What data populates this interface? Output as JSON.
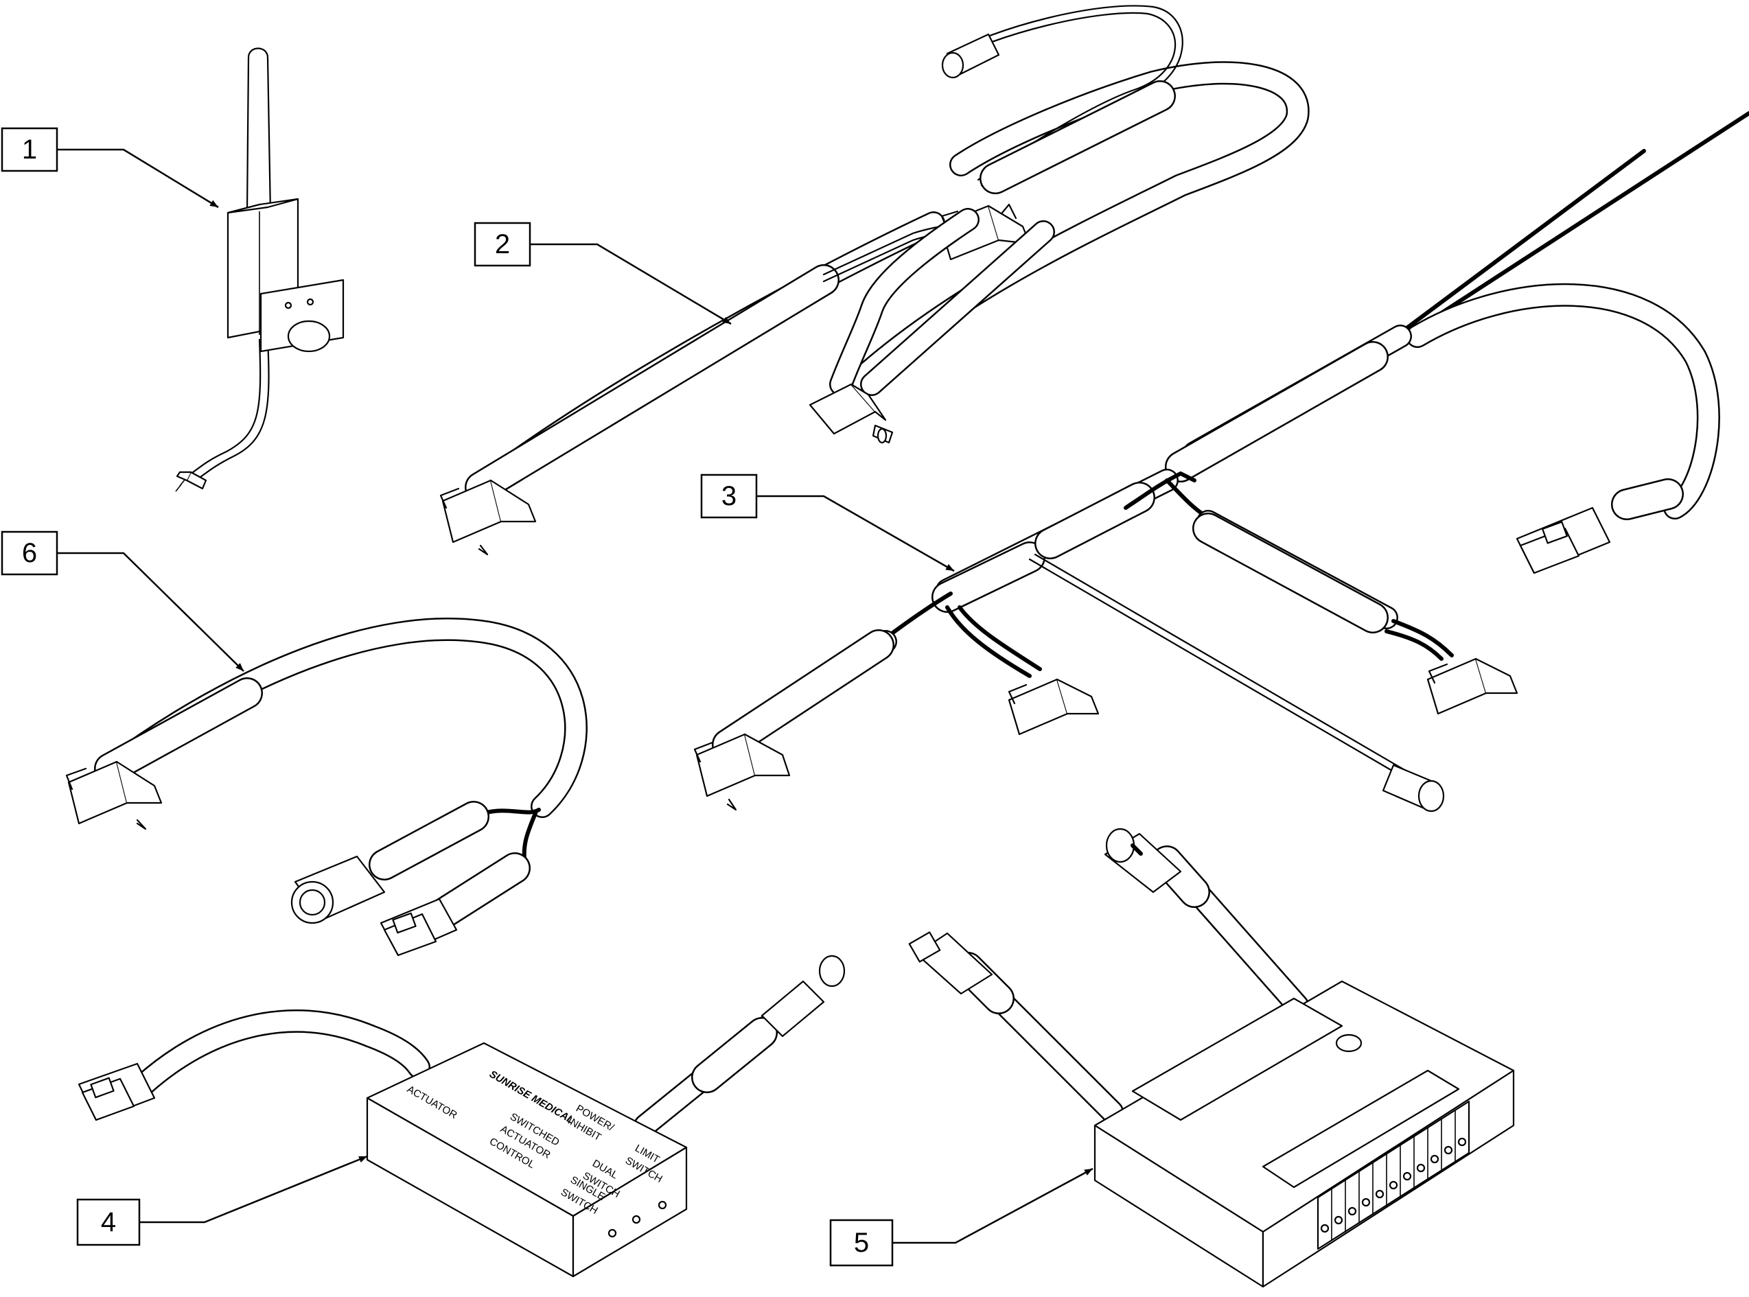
{
  "callouts": [
    {
      "id": "1",
      "label": "1"
    },
    {
      "id": "2",
      "label": "2"
    },
    {
      "id": "3",
      "label": "3"
    },
    {
      "id": "4",
      "label": "4"
    },
    {
      "id": "5",
      "label": "5"
    },
    {
      "id": "6",
      "label": "6"
    }
  ],
  "module_4": {
    "brand": "SUNRISE MEDICAL",
    "labels": {
      "actuator": "ACTUATOR",
      "switched_actuator_control": [
        "SWITCHED",
        "ACTUATOR",
        "CONTROL"
      ],
      "power_inhibit": [
        "POWER/",
        "INHIBIT"
      ],
      "limit_switch": [
        "LIMIT",
        "SWITCH"
      ],
      "dual_switch": [
        "DUAL",
        "SWITCH"
      ],
      "single_switch": [
        "SINGLE",
        "SWITCH"
      ]
    }
  },
  "icons": {
    "arrowhead": "arrowhead-icon",
    "connector": "connector-icon"
  }
}
